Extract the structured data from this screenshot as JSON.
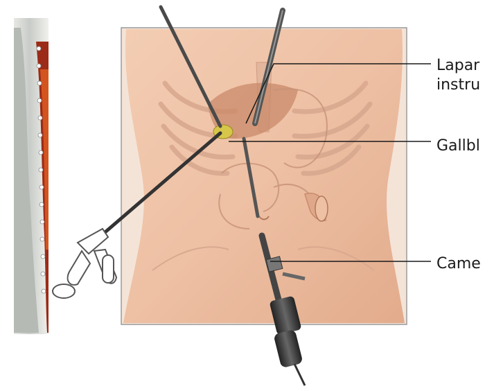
{
  "labels": {
    "laparoscopic_line1": "Lapar",
    "laparoscopic_line2": "instru",
    "gallbladder": "Gallbl",
    "camera": "Came"
  },
  "colors": {
    "skin": "#eec0a4",
    "skin_shadow": "#dba080",
    "frame_border": "#9a9a9a",
    "instrument": "#4a4a4a",
    "leader_line": "#1a1a1a",
    "liver": "#c98a6a",
    "gallbladder": "#d6c64a"
  }
}
